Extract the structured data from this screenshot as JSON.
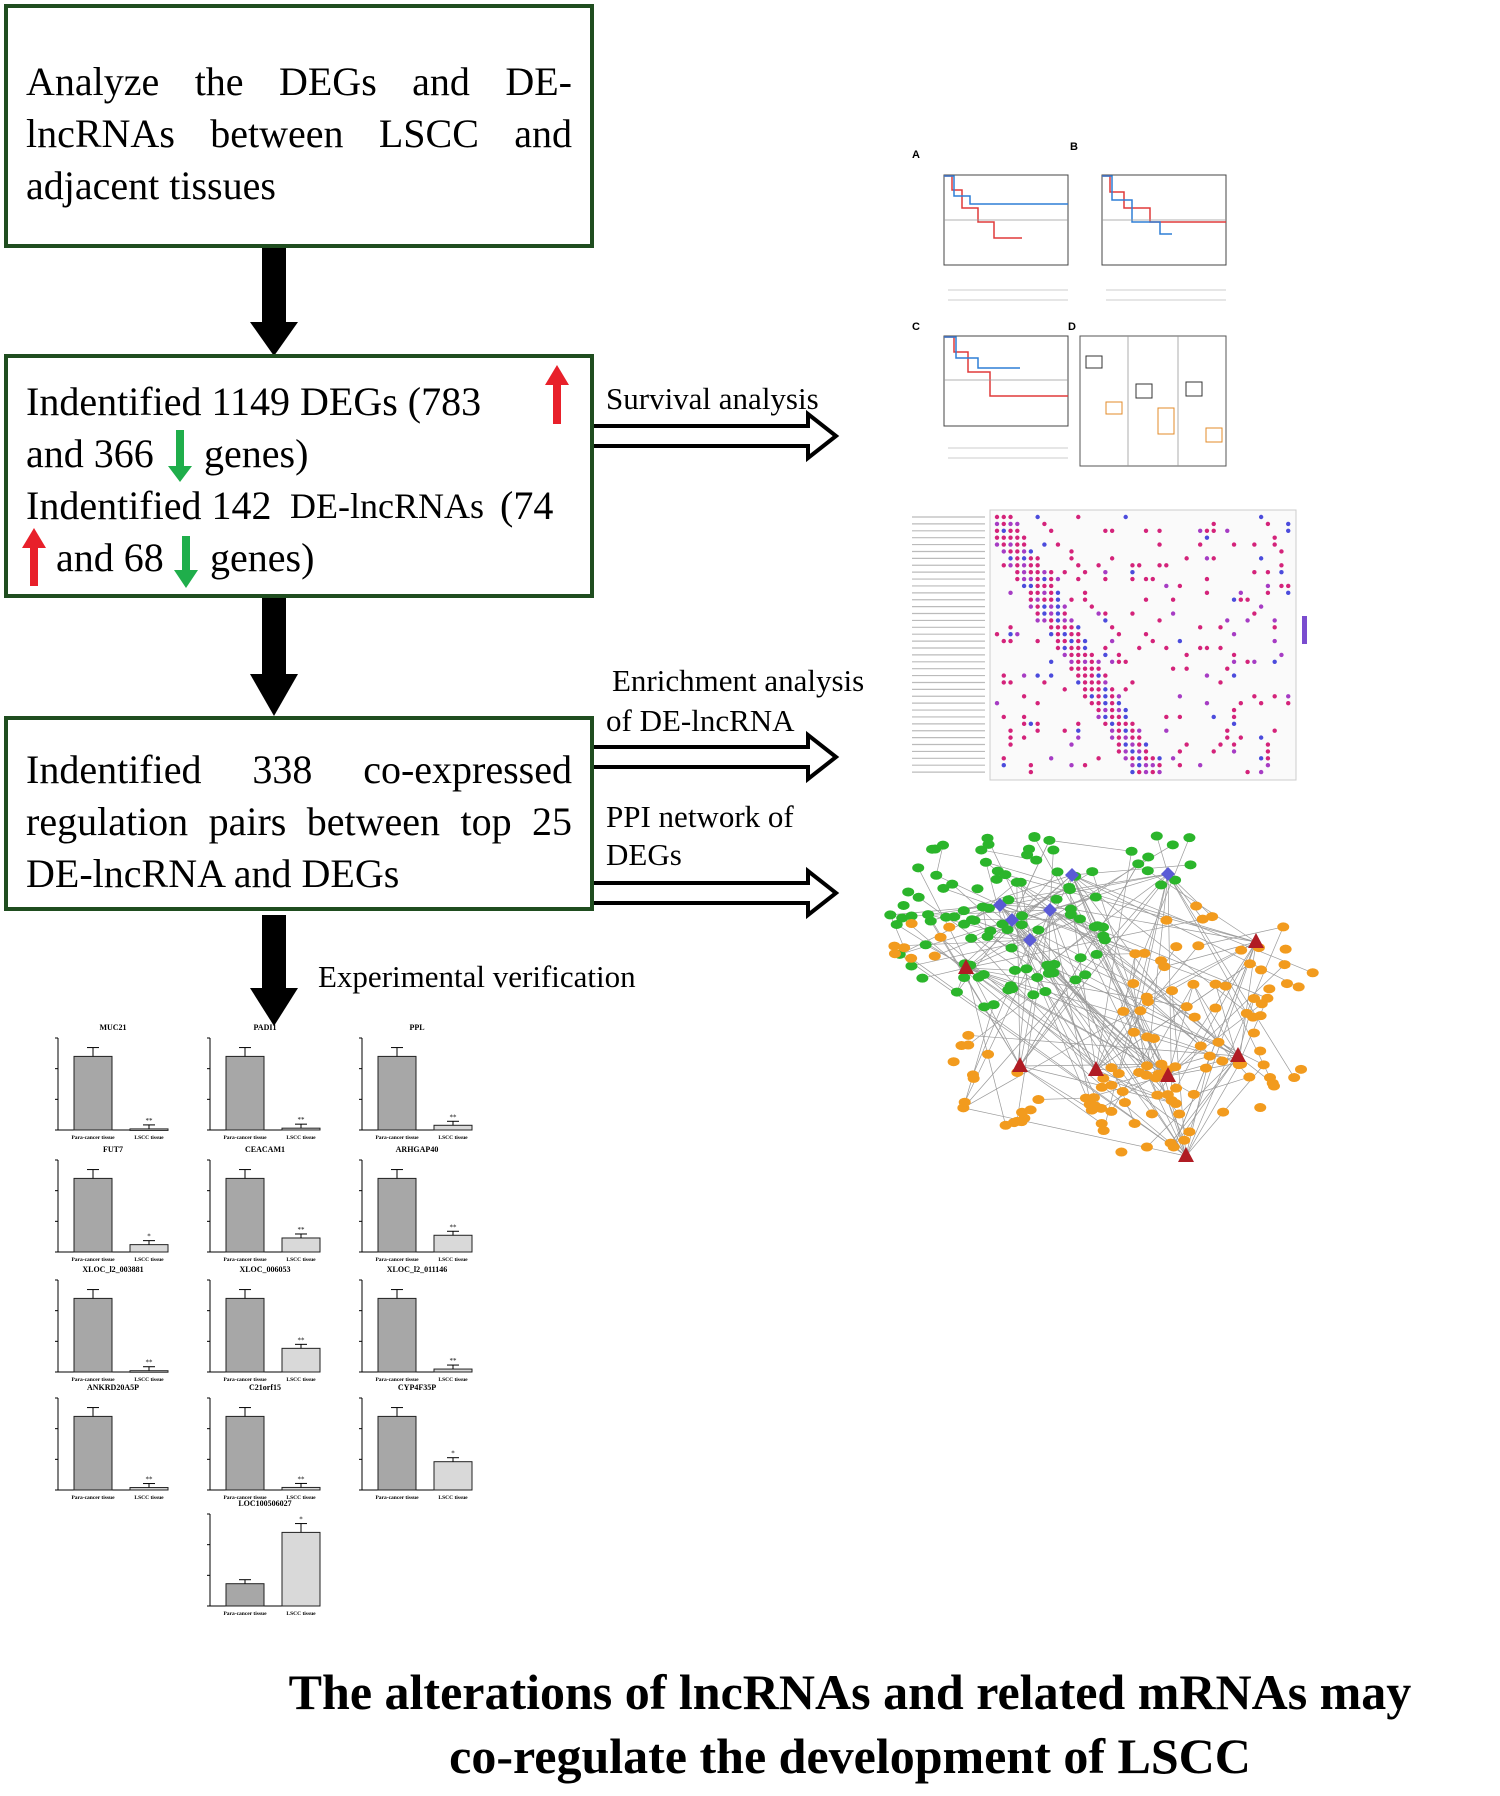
{
  "boxes": {
    "box1": {
      "line1": "Analyze the DEGs and DE-",
      "line2": "lncRNAs between LSCC and",
      "line3": "adjacent tissues"
    },
    "box2": {
      "l1a": "Indentified 1149 DEGs (783",
      "l2a": "and 366",
      "l2b": "genes)",
      "l3a": "Indentified 142",
      "l3b": "DE-lncRNAs",
      "l3c": "(74",
      "l4a": "and 68",
      "l4b": "genes)"
    },
    "box3": {
      "line1": "Indentified 338 co-expressed",
      "line2": "regulation pairs between top 25",
      "line3": "DE-lncRNA and DEGs"
    }
  },
  "labels": {
    "survival": "Survival analysis",
    "enrichment_1": "Enrichment analysis",
    "enrichment_2": "of DE-lncRNA",
    "ppi_1": "PPI network of",
    "ppi_2": "DEGs",
    "experimental": "Experimental verification"
  },
  "survival_panels": {
    "A": "A",
    "B": "B",
    "C": "C",
    "D": "D"
  },
  "bar_charts": [
    {
      "title": "MUC21",
      "values": [
        1.35,
        0.02
      ],
      "sig": "**"
    },
    {
      "title": "PADI1",
      "values": [
        1.2,
        0.03
      ],
      "sig": "**"
    },
    {
      "title": "PPL",
      "values": [
        1.25,
        0.08
      ],
      "sig": "**"
    },
    {
      "title": "FUT7",
      "values": [
        4.0,
        0.4
      ],
      "sig": "*"
    },
    {
      "title": "CEACAM1",
      "values": [
        1.05,
        0.2
      ],
      "sig": "**"
    },
    {
      "title": "ARHGAP40",
      "values": [
        1.1,
        0.25
      ],
      "sig": "**"
    },
    {
      "title": "XLOC_l2_003881",
      "values": [
        1.15,
        0.02
      ],
      "sig": "**"
    },
    {
      "title": "XLOC_006053",
      "values": [
        1.4,
        0.45
      ],
      "sig": "**"
    },
    {
      "title": "XLOC_l2_011146",
      "values": [
        1.25,
        0.05
      ],
      "sig": "**"
    },
    {
      "title": "ANKRD20A5P",
      "values": [
        1.2,
        0.04
      ],
      "sig": "**"
    },
    {
      "title": "C21orf15",
      "values": [
        1.15,
        0.04
      ],
      "sig": "**"
    },
    {
      "title": "CYP4F35P",
      "values": [
        1.3,
        0.5
      ],
      "sig": "*"
    },
    {
      "title": "LOC100506027",
      "values": [
        1.0,
        3.3
      ],
      "sig": "*"
    }
  ],
  "bar_categories": [
    "Para-cancer tissue",
    "LSCC tissue"
  ],
  "conclusion": {
    "line1": "The alterations of lncRNAs and related mRNAs may",
    "line2": "co-regulate the development of LSCC"
  },
  "colors": {
    "box_border": "#1f4d1f",
    "up_arrow": "#e8202a",
    "down_arrow": "#1fae4b",
    "green_node": "#2bb52b",
    "orange_node": "#f29b1e",
    "blue_node": "#5b5bd6",
    "red_node": "#b01c24"
  }
}
